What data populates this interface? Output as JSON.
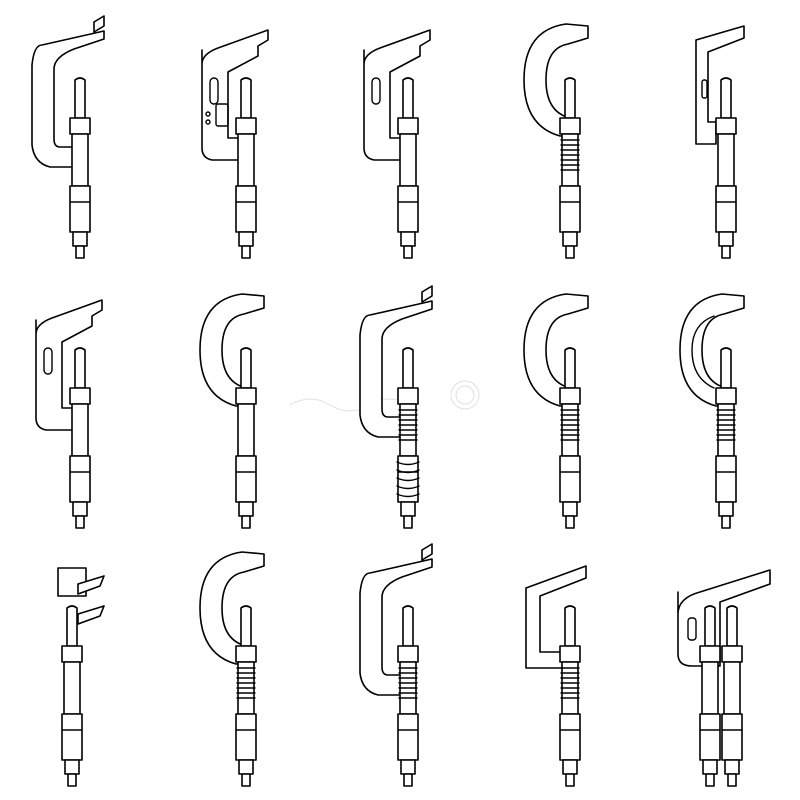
{
  "canvas": {
    "background": "#ffffff",
    "line_color": "#000000"
  },
  "icons": [
    {
      "name": "outside-micrometer-icon",
      "frame": "hook",
      "detail": "plain"
    },
    {
      "name": "digital-micrometer-icon",
      "frame": "square",
      "detail": "digital"
    },
    {
      "name": "outside-micrometer-icon",
      "frame": "square",
      "detail": "slot"
    },
    {
      "name": "outside-micrometer-icon",
      "frame": "round",
      "detail": "knurled"
    },
    {
      "name": "blade-micrometer-icon",
      "frame": "blade",
      "detail": "slot"
    },
    {
      "name": "outside-micrometer-icon",
      "frame": "square",
      "detail": "slot"
    },
    {
      "name": "outside-micrometer-icon",
      "frame": "round",
      "detail": "plain"
    },
    {
      "name": "outside-micrometer-icon",
      "frame": "hook-thin",
      "detail": "ribbed"
    },
    {
      "name": "outside-micrometer-icon",
      "frame": "round",
      "detail": "knurled"
    },
    {
      "name": "outside-micrometer-icon",
      "frame": "round-double",
      "detail": "knurled"
    },
    {
      "name": "caliper-micrometer-icon",
      "frame": "jaw",
      "detail": "plain"
    },
    {
      "name": "outside-micrometer-icon",
      "frame": "round",
      "detail": "knurled"
    },
    {
      "name": "outside-micrometer-icon",
      "frame": "hook-thin",
      "detail": "knurled"
    },
    {
      "name": "deep-throat-micrometer-icon",
      "frame": "tall",
      "detail": "knurled"
    },
    {
      "name": "bench-micrometer-icon",
      "frame": "wide",
      "detail": "double"
    }
  ]
}
